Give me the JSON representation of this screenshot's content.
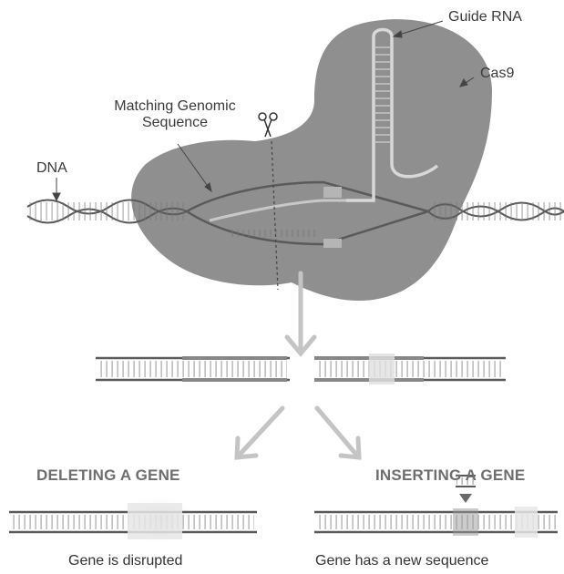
{
  "labels": {
    "guide_rna": "Guide RNA",
    "cas9": "Cas9",
    "matching_genomic_sequence_line1": "Matching Genomic",
    "matching_genomic_sequence_line2": "Sequence",
    "dna": "DNA"
  },
  "outcomes": {
    "deleting_title": "DELETING A GENE",
    "inserting_title": "INSERTING A GENE",
    "deleting_caption": "Gene is disrupted",
    "inserting_caption": "Gene has a new sequence"
  },
  "icons": {
    "scissors": "scissors-icon"
  },
  "colors": {
    "protein": "#8f8f8f",
    "dna_strand": "#5a5a5a",
    "guide_rna": "#d8d8d8",
    "arrow": "#c4c4c4",
    "text": "#3a3a3a",
    "heading": "#6e6e6e"
  }
}
